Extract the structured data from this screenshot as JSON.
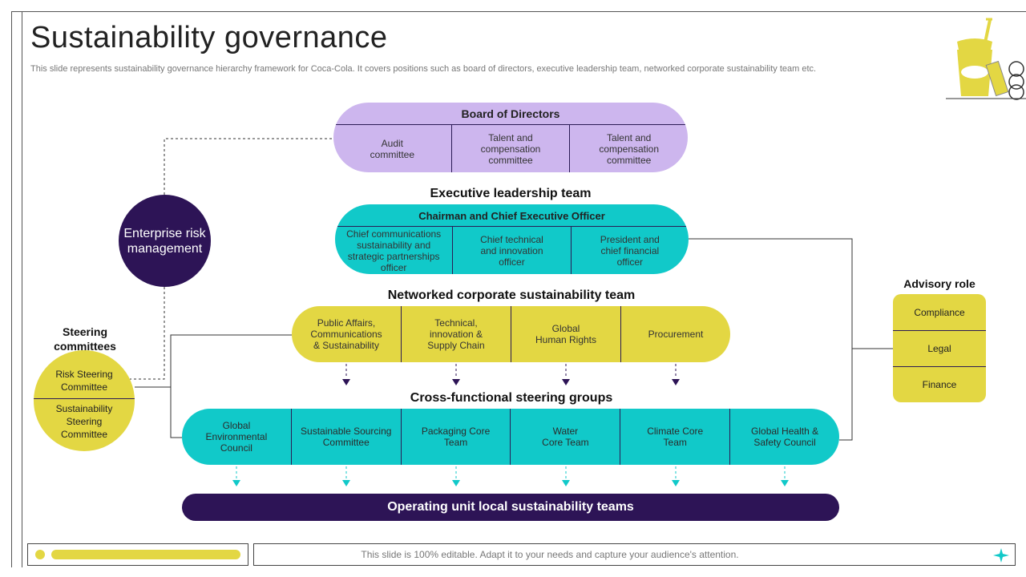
{
  "header": {
    "title": "Sustainability governance",
    "subtitle": "This slide represents sustainability governance hierarchy framework for Coca-Cola. It covers positions such as board of directors, executive leadership team, networked corporate sustainability team etc."
  },
  "board": {
    "title": "Board of Directors",
    "items": [
      "Audit\ncommittee",
      "Talent and\ncompensation\ncommittee",
      "Talent and\ncompensation\ncommittee"
    ]
  },
  "executive": {
    "label": "Executive leadership team",
    "title": "Chairman and Chief Executive Officer",
    "items": [
      "Chief communications\nsustainability and\nstrategic partnerships\nofficer",
      "Chief technical\nand innovation\nofficer",
      "President and\nchief financial\nofficer"
    ]
  },
  "networked": {
    "label": "Networked corporate sustainability team",
    "items": [
      "Public Affairs,\nCommunications\n& Sustainability",
      "Technical,\ninnovation &\nSupply Chain",
      "Global\nHuman Rights",
      "Procurement"
    ]
  },
  "cross_functional": {
    "label": "Cross-functional steering groups",
    "items": [
      "Global\nEnvironmental\nCouncil",
      "Sustainable Sourcing\nCommittee",
      "Packaging Core\nTeam",
      "Water\nCore Team",
      "Climate Core\nTeam",
      "Global Health &\nSafety Council"
    ]
  },
  "operating": {
    "label": "Operating unit local sustainability teams"
  },
  "enterprise_risk": {
    "label": "Enterprise risk\nmanagement"
  },
  "steering": {
    "label": "Steering\ncommittees",
    "top": "Risk Steering\nCommittee",
    "bottom": "Sustainability\nSteering\nCommittee"
  },
  "advisory": {
    "label": "Advisory role",
    "items": [
      "Compliance",
      "Legal",
      "Finance"
    ]
  },
  "footer": {
    "text": "This slide is 100% editable. Adapt it to your needs and capture your audience's attention."
  },
  "colors": {
    "purple_dark": "#2d1456",
    "lavender": "#cdb6ee",
    "teal": "#11c9c9",
    "yellow": "#e3d743"
  },
  "icons": {
    "logo": "drink-cup-icon",
    "footer": "sparkle-icon"
  }
}
